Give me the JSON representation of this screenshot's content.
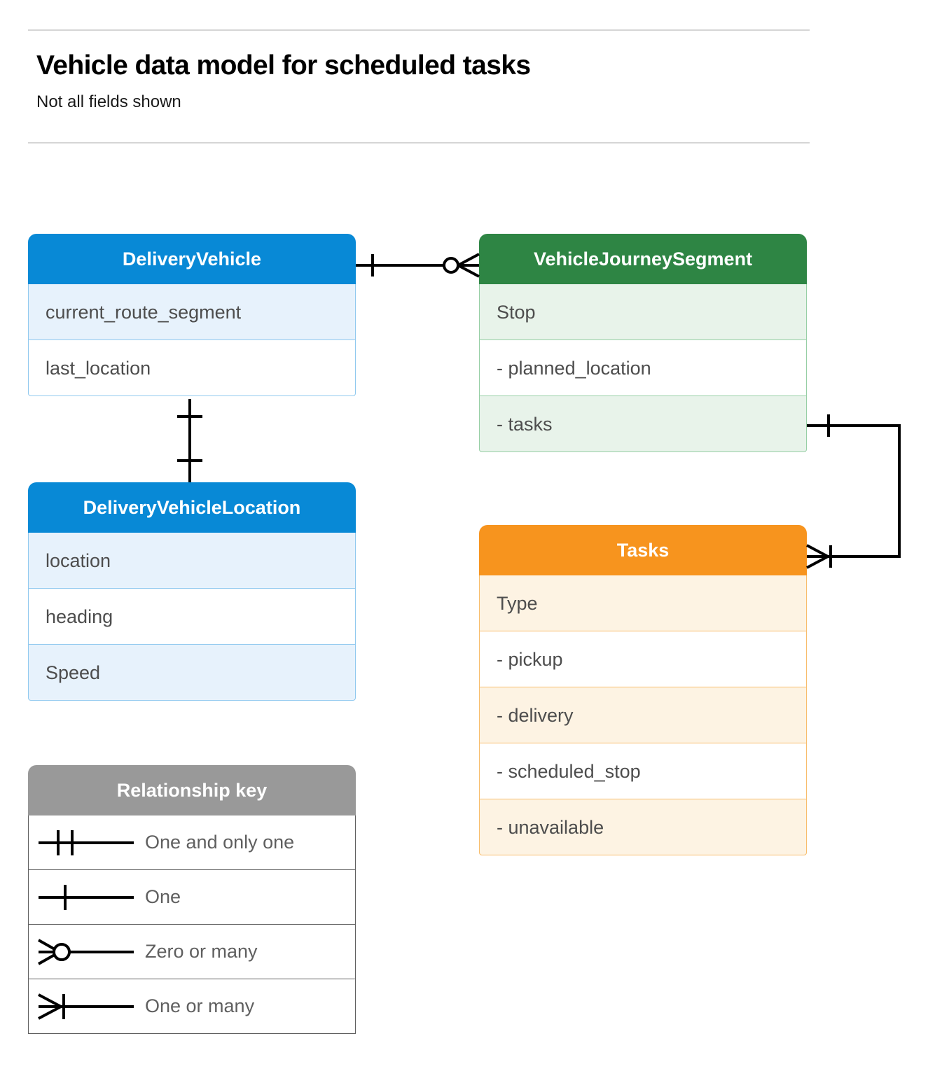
{
  "header": {
    "title": "Vehicle data model for scheduled tasks",
    "subtitle": "Not all fields shown"
  },
  "colors": {
    "blue": "#0889d6",
    "blue_tint": "#e7f2fc",
    "blue_border": "#90c9ef",
    "green": "#2e8544",
    "green_tint": "#e8f3ea",
    "green_border": "#97cfa5",
    "orange": "#f7941e",
    "orange_tint": "#fdf3e3",
    "orange_border": "#f8bd6c",
    "gray": "#999999",
    "gray_tint": "#eaeaea",
    "line": "#000000",
    "rule": "#d5d5d5"
  },
  "entities": {
    "delivery_vehicle": {
      "title": "DeliveryVehicle",
      "rows": [
        "current_route_segment",
        "last_location"
      ]
    },
    "delivery_vehicle_location": {
      "title": "DeliveryVehicleLocation",
      "rows": [
        "location",
        "heading",
        "Speed"
      ]
    },
    "vehicle_journey_segment": {
      "title": "VehicleJourneySegment",
      "rows": [
        "Stop",
        "-  planned_location",
        "- tasks"
      ]
    },
    "tasks": {
      "title": "Tasks",
      "rows": [
        "Type",
        "-  pickup",
        "-  delivery",
        "-  scheduled_stop",
        "-  unavailable"
      ]
    }
  },
  "legend": {
    "title": "Relationship key",
    "items": [
      {
        "symbol": "one-and-only-one",
        "label": "One and only one"
      },
      {
        "symbol": "one",
        "label": "One"
      },
      {
        "symbol": "zero-or-many",
        "label": "Zero or many"
      },
      {
        "symbol": "one-or-many",
        "label": "One or many"
      }
    ]
  },
  "relationships": [
    {
      "from": "DeliveryVehicle",
      "to": "VehicleJourneySegment",
      "from_cardinality": "one",
      "to_cardinality": "zero-or-many"
    },
    {
      "from": "DeliveryVehicle",
      "to": "DeliveryVehicleLocation",
      "from_cardinality": "one",
      "to_cardinality": "one"
    },
    {
      "from": "VehicleJourneySegment.tasks",
      "to": "Tasks",
      "from_cardinality": "one",
      "to_cardinality": "one-or-many"
    }
  ]
}
